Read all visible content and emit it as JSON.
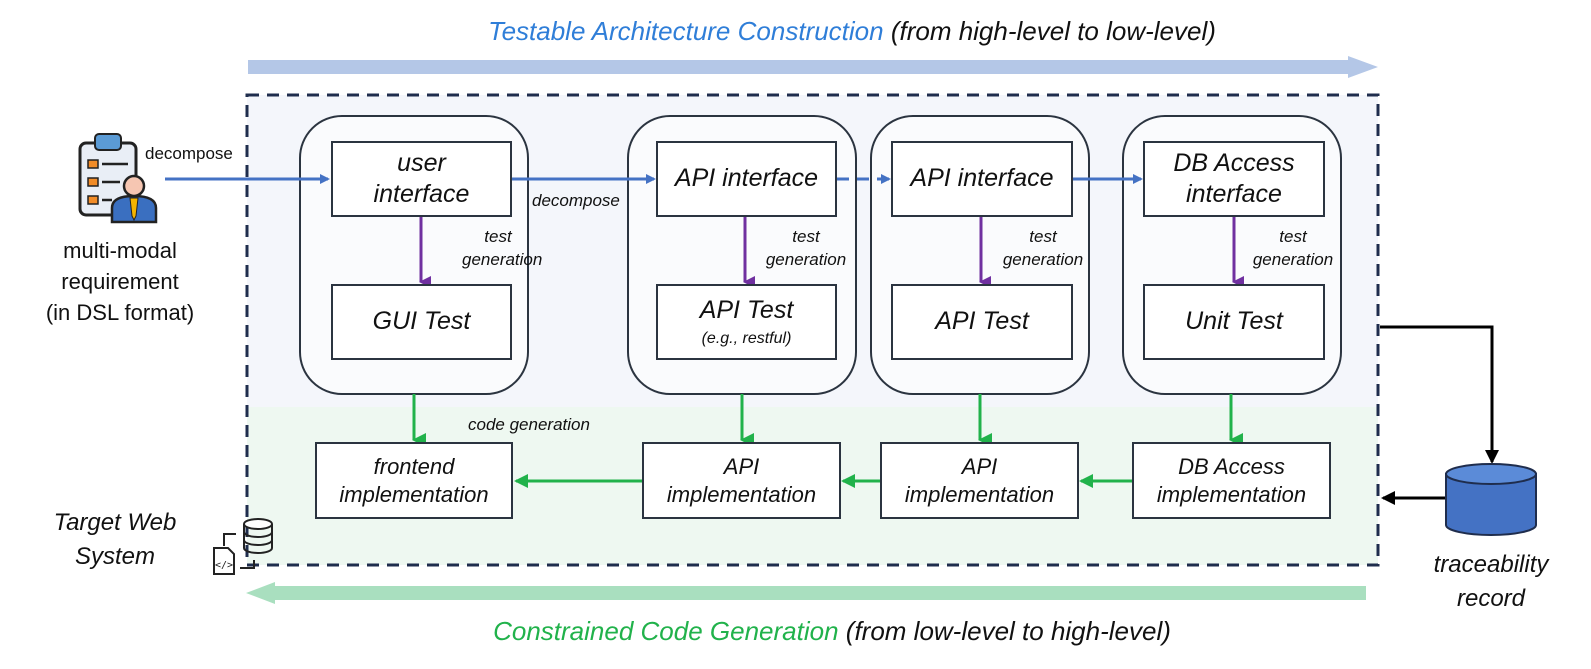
{
  "top_banner": {
    "title_colored": "Testable Architecture Construction",
    "title_rest": "(from high-level to low-level)"
  },
  "bottom_banner": {
    "title_colored": "Constrained Code Generation",
    "title_rest": "(from low-level to high-level)"
  },
  "requirement": {
    "decompose_label": "decompose",
    "lines": [
      "multi-modal",
      "requirement",
      "(in DSL format)"
    ]
  },
  "decompose_mid": "decompose",
  "code_generation_label": "code generation",
  "test_generation_label": [
    "test",
    "generation"
  ],
  "columns": [
    {
      "interface": [
        "user",
        "interface"
      ],
      "test": "GUI Test",
      "test_sub": "",
      "impl": [
        "frontend",
        "implementation"
      ]
    },
    {
      "interface": [
        "API interface"
      ],
      "test": "API Test",
      "test_sub": "(e.g., restful)",
      "impl": [
        "API",
        "implementation"
      ]
    },
    {
      "interface": [
        "API interface"
      ],
      "test": "API Test",
      "test_sub": "",
      "impl": [
        "API",
        "implementation"
      ]
    },
    {
      "interface": [
        "DB Access",
        "interface"
      ],
      "test": "Unit Test",
      "test_sub": "",
      "impl": [
        "DB Access",
        "implementation"
      ]
    }
  ],
  "target_system": [
    "Target Web",
    "System"
  ],
  "traceability": [
    "traceability",
    "record"
  ],
  "colors": {
    "blue_arrow": "#4472c4",
    "purple_arrow": "#7030a0",
    "green_arrow": "#21b24b",
    "top_band": "#b4c7e7",
    "bottom_band": "#a9dfbf",
    "dashed_border": "#1f2d4d",
    "cylinder": "#4472c4"
  }
}
